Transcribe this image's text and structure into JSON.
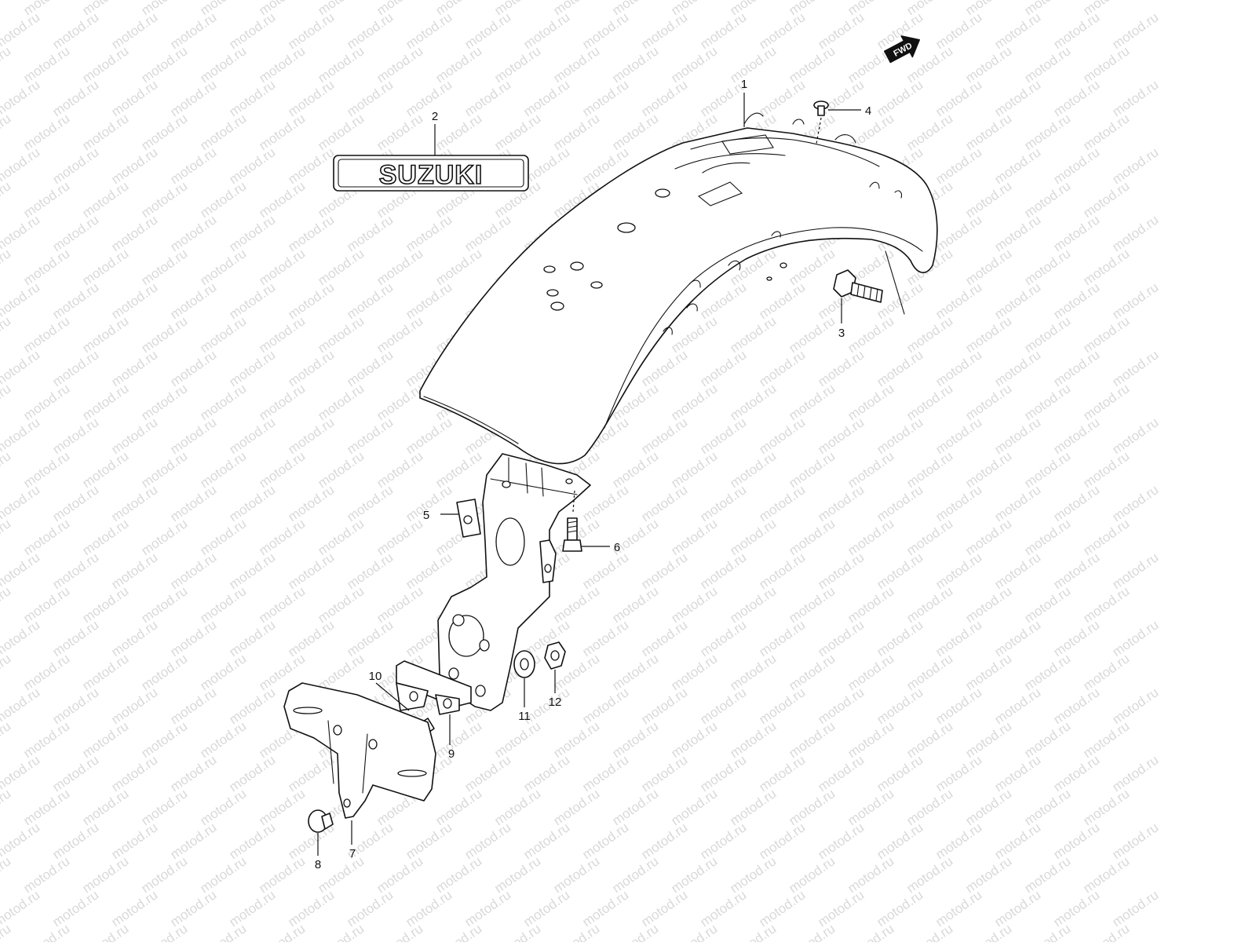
{
  "watermark": {
    "text": "motod.ru",
    "color": "#d9d9d9"
  },
  "fwd_badge": {
    "text": "FWD"
  },
  "emblem": {
    "text": "SUZUKI"
  },
  "callouts": [
    {
      "id": "1",
      "label": "1"
    },
    {
      "id": "2",
      "label": "2"
    },
    {
      "id": "3",
      "label": "3"
    },
    {
      "id": "4",
      "label": "4"
    },
    {
      "id": "5",
      "label": "5"
    },
    {
      "id": "6",
      "label": "6"
    },
    {
      "id": "7",
      "label": "7"
    },
    {
      "id": "8",
      "label": "8"
    },
    {
      "id": "9",
      "label": "9"
    },
    {
      "id": "10",
      "label": "10"
    },
    {
      "id": "11",
      "label": "11"
    },
    {
      "id": "12",
      "label": "12"
    }
  ]
}
